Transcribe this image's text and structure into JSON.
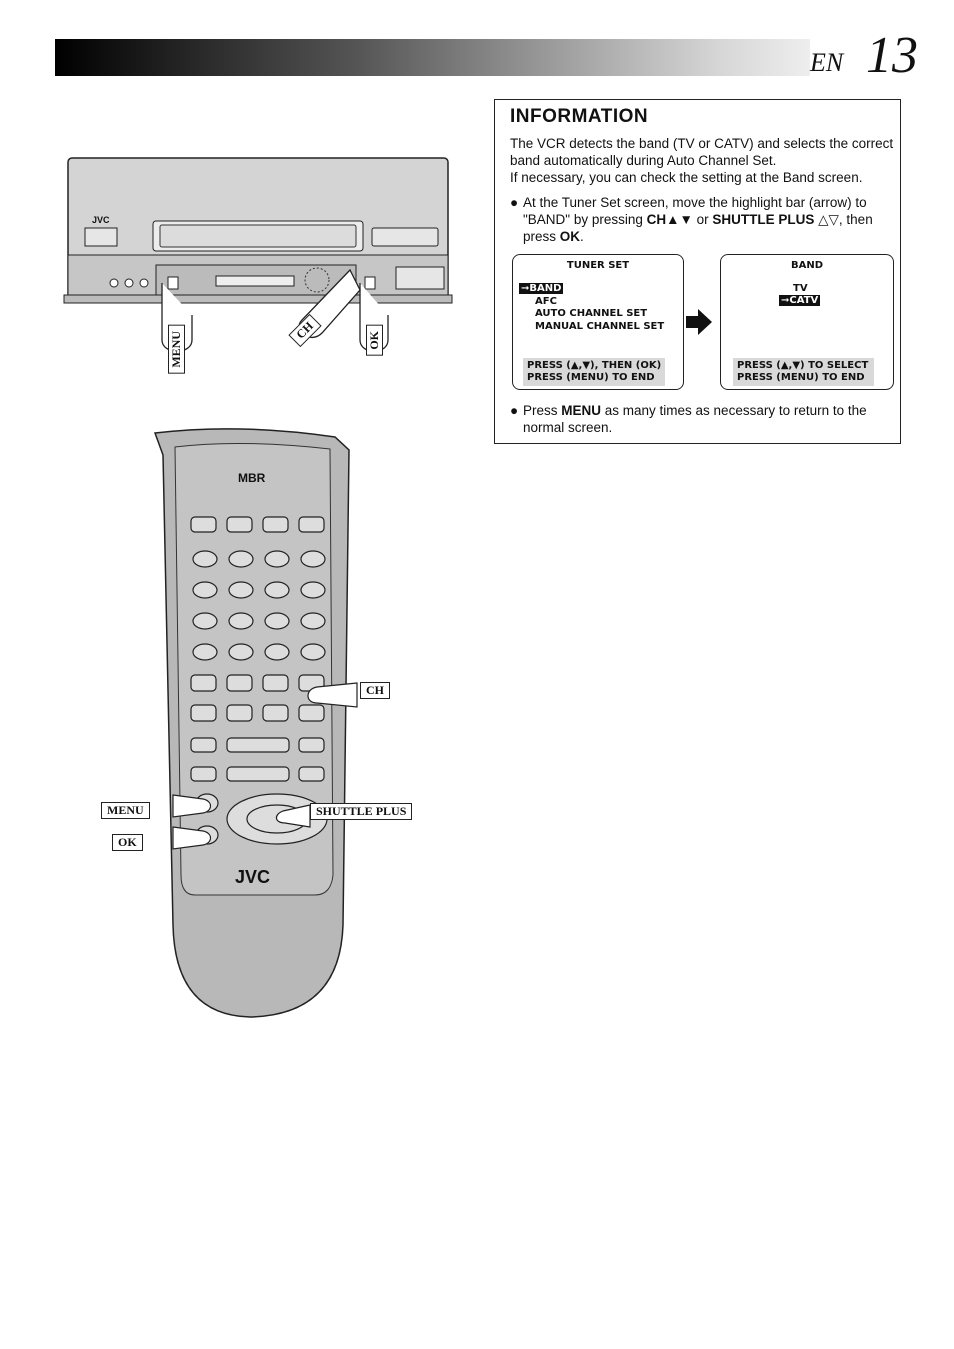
{
  "header": {
    "lang": "EN",
    "page_number": "13"
  },
  "info": {
    "title": "INFORMATION",
    "intro_1": "The VCR detects the band (TV or CATV) and selects the correct band automatically during Auto Channel Set.",
    "intro_2": "If necessary, you can check the setting at the Band screen.",
    "bullet_1_a": "At the Tuner Set screen, move the highlight bar (arrow) to \"BAND\" by pressing ",
    "bullet_1_ch": "CH▲▼",
    "bullet_1_or": " or ",
    "bullet_1_sp": "SHUTTLE PLUS",
    "bullet_1_tri": " △▽, then press ",
    "bullet_1_ok": "OK",
    "bullet_1_end": ".",
    "bullet_2_a": "Press ",
    "bullet_2_menu": "MENU",
    "bullet_2_b": " as many times as necessary to return to the normal screen.",
    "bullet_glyph": "●"
  },
  "tuner_screen": {
    "title": "TUNER SET",
    "selected": "BAND",
    "items": [
      "AFC",
      "AUTO CHANNEL SET",
      "MANUAL CHANNEL SET"
    ],
    "footer_1": "PRESS (▲,▼), THEN (OK)",
    "footer_2": "PRESS (MENU) TO END",
    "arrow_glyph": "➞"
  },
  "band_screen": {
    "title": "BAND",
    "option_tv": "TV",
    "selected": "CATV",
    "footer_1": "PRESS (▲,▼) TO SELECT",
    "footer_2": "PRESS (MENU) TO END"
  },
  "vcr": {
    "brand": "JVC",
    "label_menu": "MENU",
    "label_ch": "CH",
    "label_ok": "OK"
  },
  "remote": {
    "brand": "JVC",
    "logo": "MBR",
    "label_ch": "CH",
    "label_menu": "MENU",
    "label_ok": "OK",
    "label_shuttle": "SHUTTLE PLUS"
  },
  "colors": {
    "remote_body": "#b8b8b8",
    "vcr_body": "#cfcfcf",
    "highlight": "#111111"
  }
}
